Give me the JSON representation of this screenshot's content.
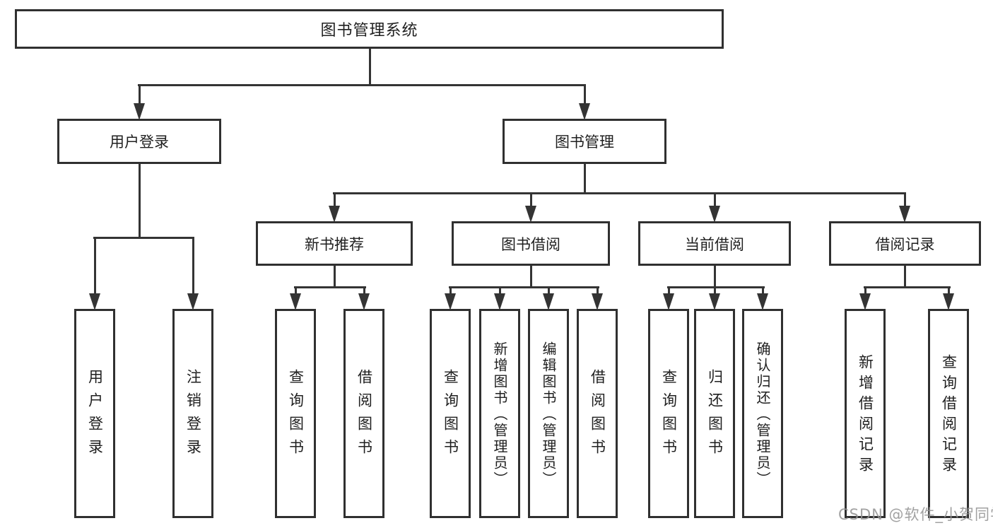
{
  "diagram": {
    "type": "tree",
    "root": {
      "label": "图书管理系统"
    },
    "branches": [
      {
        "label": "用户登录",
        "children": [
          {
            "label": "用户登录"
          },
          {
            "label": "注销登录"
          }
        ]
      },
      {
        "label": "图书管理",
        "children": [
          {
            "label": "新书推荐",
            "children": [
              {
                "label": "查询图书"
              },
              {
                "label": "借阅图书"
              }
            ]
          },
          {
            "label": "图书借阅",
            "children": [
              {
                "label": "查询图书"
              },
              {
                "label": "新增图书（管理员）"
              },
              {
                "label": "编辑图书（管理员）"
              },
              {
                "label": "借阅图书"
              }
            ]
          },
          {
            "label": "当前借阅",
            "children": [
              {
                "label": "查询图书"
              },
              {
                "label": "归还图书"
              },
              {
                "label": "确认归还（管理员）"
              }
            ]
          },
          {
            "label": "借阅记录",
            "children": [
              {
                "label": "新增借阅记录"
              },
              {
                "label": "查询借阅记录"
              }
            ]
          }
        ]
      }
    ]
  },
  "watermark": {
    "text": "CSDN @软件_小贺同学"
  },
  "colors": {
    "line": "#343434",
    "box_border": "#303030",
    "box_fill": "#ffffff",
    "text": "#1f1f1f",
    "background": "#ffffff",
    "watermark": "#949494"
  }
}
